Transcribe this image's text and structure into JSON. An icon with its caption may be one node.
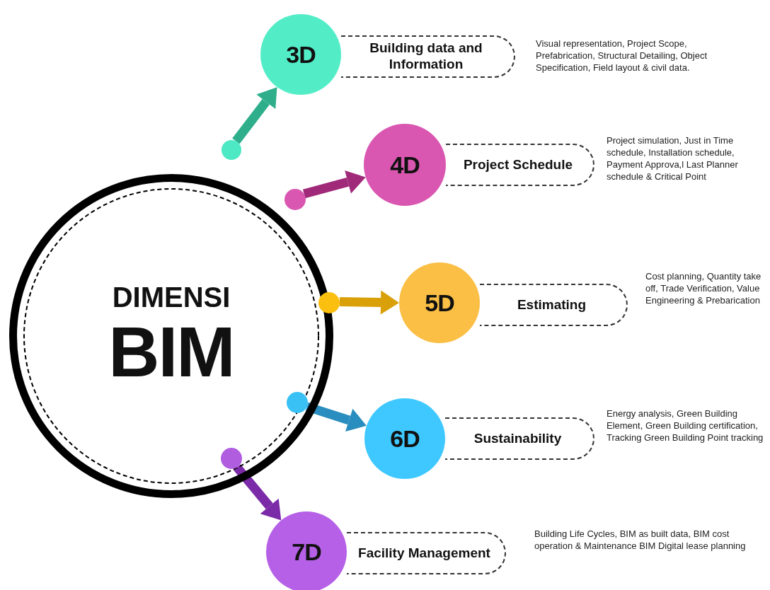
{
  "diagram": {
    "nodes": [
      {
        "text": [
          "DIMENSI",
          "BIM"
        ]
      },
      {
        "text": [],
        "shape": "circle"
      },
      {
        "text": [],
        "shape": "circle",
        "in": 0
      },
      {
        "text": [],
        "shape": "circle"
      },
      {
        "text": [],
        "shape": "circle",
        "in": 0
      },
      {
        "text": [],
        "shape": "circle",
        "in": 0
      },
      {
        "text": [
          "3D"
        ]
      },
      {
        "text": [
          "Building data and Information"
        ],
        "beside": [
          "Visual representation, Project Scope, Prefabrication, Structural Detailing, Object Specification, Field layout & civil data."
        ]
      },
      {
        "text": [
          "4D"
        ]
      },
      {
        "text": [
          "Project Schedule"
        ],
        "beside": [
          "Project simulation, Just in Time schedule, Installation schedule, Payment Approva,l Last Planner schedule & Critical Point"
        ]
      },
      {
        "text": [
          "5D"
        ]
      },
      {
        "text": [
          "Estimating"
        ],
        "beside": [
          "Cost planning, Quantity take off, Trade Verification, Value Engineering & Prebarication"
        ]
      },
      {
        "text": [
          "6D"
        ]
      },
      {
        "text": [
          "Sustainability"
        ],
        "beside": [
          "Energy analysis, Green Building Element, Green Building certification, Tracking Green Building Point tracking"
        ]
      },
      {
        "text": [
          "7D"
        ]
      },
      {
        "text": [
          "Facility Management"
        ],
        "beside": [
          "Building Life Cycles, BIM as built data, BIM cost operation & Maintenance BIM Digital lease planning"
        ]
      }
    ],
    "edges": [
      {
        "from": 1,
        "to": 6,
        "arrow": "to",
        "color": "#2fae8c"
      },
      {
        "from": 2,
        "to": 8,
        "arrow": "to",
        "color": "#a0297a"
      },
      {
        "from": 3,
        "to": 10,
        "arrow": "to",
        "color": "#d9a00a"
      },
      {
        "from": 4,
        "to": 12,
        "arrow": "to",
        "color": "#2a8dbf"
      },
      {
        "from": 5,
        "to": 14,
        "arrow": "to",
        "color": "#7b2aa8"
      }
    ]
  }
}
